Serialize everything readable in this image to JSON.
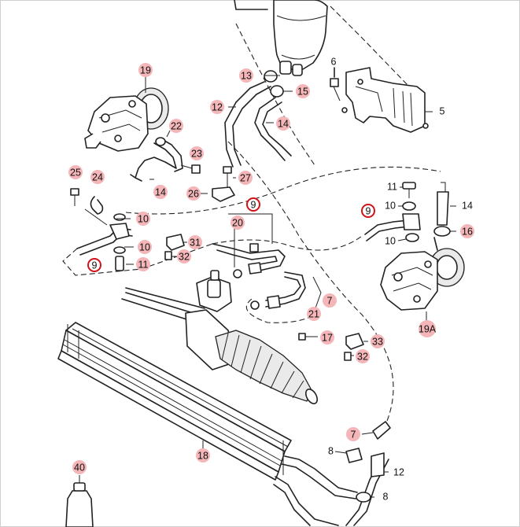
{
  "diagram": {
    "callouts": {
      "c19": "19",
      "c22": "22",
      "c23": "23",
      "c27": "27",
      "c26": "26",
      "c14a": "14",
      "c25": "25",
      "c24": "24",
      "c10a": "10",
      "c31": "31",
      "c32a": "32",
      "c10b": "10",
      "c11a": "11",
      "c9a": "9",
      "c9b": "9",
      "c20": "20",
      "c13": "13",
      "c15": "15",
      "c12a": "12",
      "c14b": "14",
      "c6": "6",
      "c5": "5",
      "c11b": "11",
      "c10c": "10",
      "c9c": "9",
      "c10d": "10",
      "c14c": "14",
      "c16": "16",
      "c19a": "19A",
      "c7a": "7",
      "c21": "21",
      "c17": "17",
      "c33": "33",
      "c32b": "32",
      "c18": "18",
      "c7b": "7",
      "c8a": "8",
      "c12b": "12",
      "c8b": "8",
      "c40": "40"
    }
  }
}
